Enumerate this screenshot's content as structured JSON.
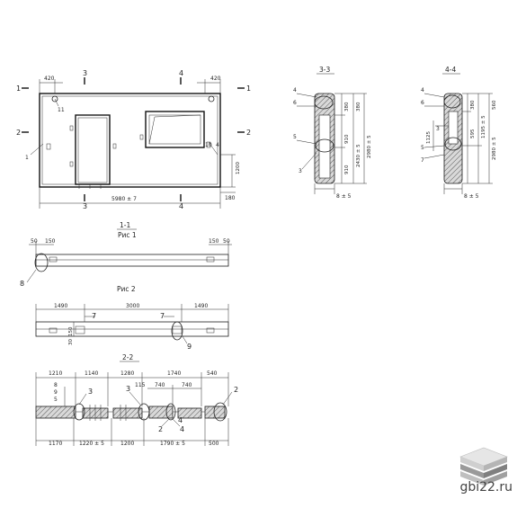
{
  "drawing": {
    "main": {
      "dims": [
        "420",
        "420",
        "5980 ± 7",
        "1200",
        "180"
      ],
      "marks": [
        "1",
        "1",
        "2",
        "2",
        "3",
        "3",
        "4",
        "4",
        "11",
        "1",
        "10",
        "4"
      ]
    },
    "sec33": {
      "title": "3-3",
      "dims": [
        "380",
        "380",
        "910",
        "910",
        "2430 ± 5",
        "2980 ± 5",
        "8 ± 5"
      ],
      "marks": [
        "4",
        "6",
        "5",
        "3"
      ]
    },
    "sec44": {
      "title": "4-4",
      "dims": [
        "380",
        "560",
        "1195 ± 5",
        "2980 ± 5",
        "595",
        "1125",
        "8 ± 5"
      ],
      "marks": [
        "4",
        "6",
        "3",
        "5",
        "7"
      ]
    },
    "sec11": {
      "title": "1-1",
      "subtitle": "Рис 1",
      "dims": [
        "50",
        "150",
        "150",
        "50"
      ],
      "marks": [
        "8"
      ]
    },
    "fig2": {
      "title": "Рис 2",
      "dims": [
        "1490",
        "3000",
        "1490",
        "150",
        "30"
      ],
      "marks": [
        "7",
        "7",
        "9"
      ]
    },
    "sec22": {
      "title": "2-2",
      "dims_top": [
        "1210",
        "1140",
        "1280",
        "1740",
        "540",
        "115",
        "740",
        "740"
      ],
      "dims_bottom": [
        "1170",
        "1220 ± 5",
        "1200",
        "1790 ± 5",
        "500"
      ],
      "marks": [
        "8",
        "9",
        "5",
        "3",
        "3",
        "2",
        "4",
        "4",
        "2"
      ]
    }
  },
  "watermark": {
    "text": "gbi22.ru",
    "icon": "stacked-slabs-icon"
  }
}
